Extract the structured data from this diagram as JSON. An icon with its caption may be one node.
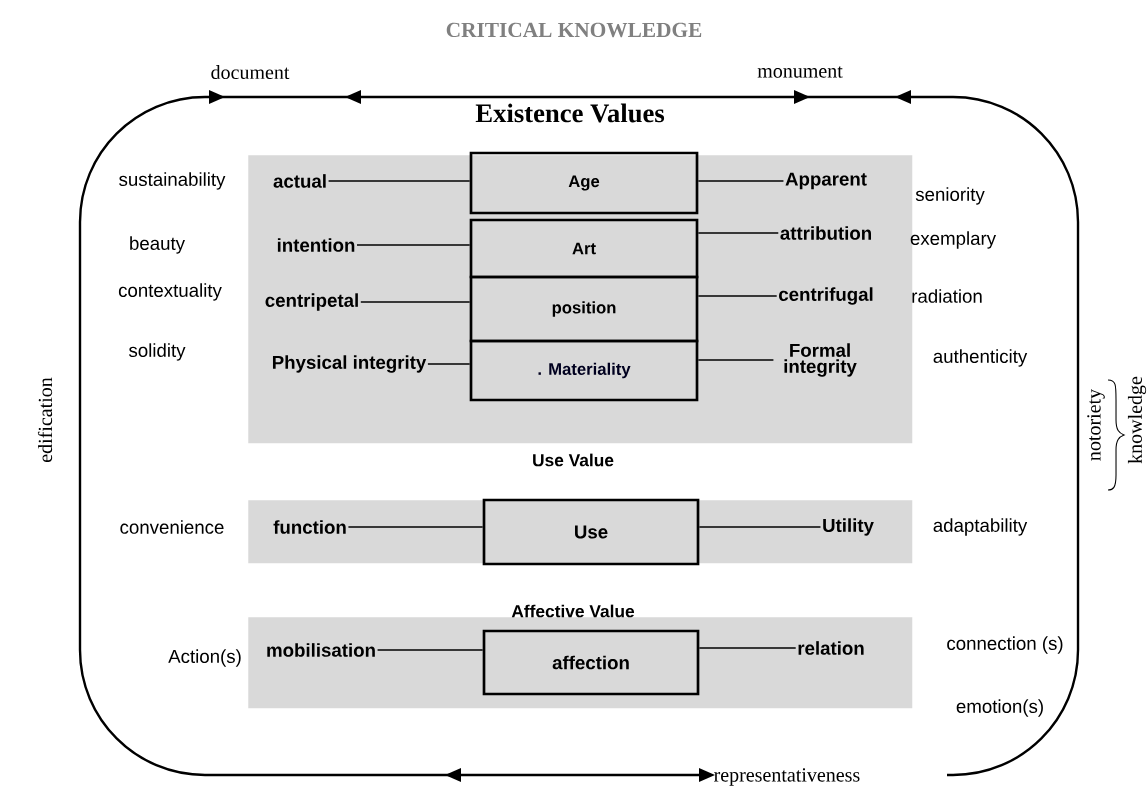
{
  "diagram": {
    "title": "CRITICAL KNOWLEDGE",
    "nodes": [
      {
        "text": [
          "Existence Values"
        ]
      },
      {
        "text": [
          "actual"
        ],
        "in": 0
      },
      {
        "text": [
          "Age"
        ],
        "in": 0
      },
      {
        "text": [
          "Apparent"
        ],
        "in": 0
      },
      {
        "text": [
          "intention"
        ],
        "in": 0
      },
      {
        "text": [
          "Art"
        ],
        "in": 0
      },
      {
        "text": [
          "attribution"
        ],
        "in": 0
      },
      {
        "text": [
          "centripetal"
        ],
        "in": 0
      },
      {
        "text": [
          "position"
        ],
        "in": 0
      },
      {
        "text": [
          "centrifugal"
        ],
        "in": 0
      },
      {
        "text": [
          "Physical integrity"
        ],
        "in": 0
      },
      {
        "text": [
          ". Materiality"
        ],
        "in": 0
      },
      {
        "text": [
          "Formal integrity"
        ],
        "in": 0
      },
      {
        "text": [
          "Use Value"
        ]
      },
      {
        "text": [
          "function"
        ],
        "in": 13
      },
      {
        "text": [
          "Use"
        ],
        "in": 13
      },
      {
        "text": [
          "Utility"
        ],
        "in": 13
      },
      {
        "text": [
          "Affective Value"
        ]
      },
      {
        "text": [
          "mobilisation"
        ],
        "in": 17
      },
      {
        "text": [
          "affection"
        ],
        "in": 17
      },
      {
        "text": [
          "relation"
        ],
        "in": 17
      }
    ],
    "edges": [
      {
        "from": 1,
        "to": 2,
        "arrow": "none"
      },
      {
        "from": 3,
        "to": 2,
        "arrow": "none"
      },
      {
        "from": 4,
        "to": 5,
        "arrow": "none"
      },
      {
        "from": 6,
        "to": 5,
        "arrow": "none"
      },
      {
        "from": 7,
        "to": 8,
        "arrow": "none"
      },
      {
        "from": 9,
        "to": 8,
        "arrow": "none"
      },
      {
        "from": 10,
        "to": 11,
        "arrow": "none"
      },
      {
        "from": 12,
        "to": 11,
        "arrow": "none"
      },
      {
        "from": 14,
        "to": 15,
        "arrow": "none"
      },
      {
        "from": 16,
        "to": 15,
        "arrow": "none"
      },
      {
        "from": 18,
        "to": 19,
        "arrow": "none"
      },
      {
        "from": 20,
        "to": 19,
        "arrow": "none"
      }
    ],
    "labels": [
      "document",
      "monument",
      "sustainability",
      "seniority",
      "beauty",
      "exemplary",
      "contextuality",
      "radiation",
      "solidity",
      "authenticity",
      "edification",
      "notoriety",
      "knowledge",
      "convenience",
      "adaptability",
      "Action(s)",
      "connection (s)",
      "emotion(s)",
      "representativeness"
    ]
  }
}
